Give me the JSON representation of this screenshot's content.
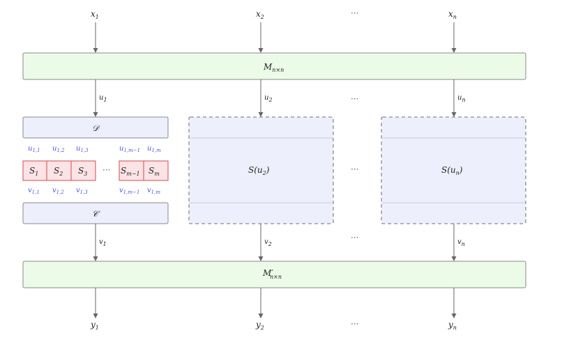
{
  "inputs": [
    {
      "base": "x",
      "sub": "1"
    },
    {
      "base": "x",
      "sub": "2"
    },
    {
      "base": "x",
      "sub": "n"
    }
  ],
  "outputs": [
    {
      "base": "y",
      "sub": "1"
    },
    {
      "base": "y",
      "sub": "2"
    },
    {
      "base": "y",
      "sub": "n"
    }
  ],
  "top_matrix": {
    "base": "M",
    "sub": "n×n"
  },
  "bottom_matrix": {
    "base": "M′",
    "sub": "n×n"
  },
  "u_labels": [
    {
      "base": "u",
      "sub": "1"
    },
    {
      "base": "u",
      "sub": "2"
    },
    {
      "base": "u",
      "sub": "n"
    }
  ],
  "v_labels": [
    {
      "base": "v",
      "sub": "1"
    },
    {
      "base": "v",
      "sub": "2"
    },
    {
      "base": "v",
      "sub": "n"
    }
  ],
  "decoder_label": "𝒟",
  "combiner_label": "𝒞",
  "sboxes": [
    {
      "base": "S",
      "sub": "1"
    },
    {
      "base": "S",
      "sub": "2"
    },
    {
      "base": "S",
      "sub": "3"
    },
    {
      "base": "S",
      "sub": "m−1"
    },
    {
      "base": "S",
      "sub": "m"
    }
  ],
  "sbox_inputs": [
    {
      "base": "u",
      "sub": "1,1"
    },
    {
      "base": "u",
      "sub": "1,2"
    },
    {
      "base": "u",
      "sub": "1,3"
    },
    {
      "base": "u",
      "sub": "1,m−1"
    },
    {
      "base": "u",
      "sub": "1,m"
    }
  ],
  "sbox_outputs": [
    {
      "base": "v",
      "sub": "1,1"
    },
    {
      "base": "v",
      "sub": "1,2"
    },
    {
      "base": "v",
      "sub": "1,3"
    },
    {
      "base": "v",
      "sub": "1,m−1"
    },
    {
      "base": "v",
      "sub": "1,m"
    }
  ],
  "s_u2": {
    "base": "S(u",
    "sub": "2",
    "tail": ")"
  },
  "s_un": {
    "base": "S(u",
    "sub": "n",
    "tail": ")"
  },
  "ellipsis": "···",
  "colors": {
    "green_fill": "#ecfbe8",
    "lavender_fill": "#eeeffc",
    "red_fill": "#fbe3e6",
    "red_stroke": "#d24b4b",
    "blue_text": "#4a56d6"
  }
}
